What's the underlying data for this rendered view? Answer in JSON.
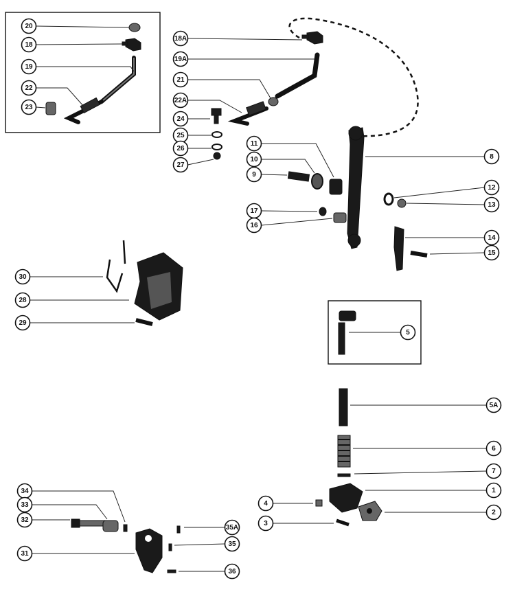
{
  "callouts": [
    {
      "id": "c20",
      "label": "20"
    },
    {
      "id": "c18",
      "label": "18"
    },
    {
      "id": "c19",
      "label": "19"
    },
    {
      "id": "c22",
      "label": "22"
    },
    {
      "id": "c23",
      "label": "23"
    },
    {
      "id": "c18A",
      "label": "18A"
    },
    {
      "id": "c19A",
      "label": "19A"
    },
    {
      "id": "c21",
      "label": "21"
    },
    {
      "id": "c22A",
      "label": "22A"
    },
    {
      "id": "c24",
      "label": "24"
    },
    {
      "id": "c25",
      "label": "25"
    },
    {
      "id": "c26",
      "label": "26"
    },
    {
      "id": "c27",
      "label": "27"
    },
    {
      "id": "c8",
      "label": "8"
    },
    {
      "id": "c11",
      "label": "11"
    },
    {
      "id": "c10",
      "label": "10"
    },
    {
      "id": "c9",
      "label": "9"
    },
    {
      "id": "c12",
      "label": "12"
    },
    {
      "id": "c13",
      "label": "13"
    },
    {
      "id": "c17",
      "label": "17"
    },
    {
      "id": "c16",
      "label": "16"
    },
    {
      "id": "c14",
      "label": "14"
    },
    {
      "id": "c15",
      "label": "15"
    },
    {
      "id": "c30",
      "label": "30"
    },
    {
      "id": "c28",
      "label": "28"
    },
    {
      "id": "c29",
      "label": "29"
    },
    {
      "id": "c5",
      "label": "5"
    },
    {
      "id": "c5A",
      "label": "5A"
    },
    {
      "id": "c6",
      "label": "6"
    },
    {
      "id": "c7",
      "label": "7"
    },
    {
      "id": "c1",
      "label": "1"
    },
    {
      "id": "c4",
      "label": "4"
    },
    {
      "id": "c2",
      "label": "2"
    },
    {
      "id": "c3",
      "label": "3"
    },
    {
      "id": "c34",
      "label": "34"
    },
    {
      "id": "c33",
      "label": "33"
    },
    {
      "id": "c32",
      "label": "32"
    },
    {
      "id": "c35A",
      "label": "35A"
    },
    {
      "id": "c35",
      "label": "35"
    },
    {
      "id": "c31",
      "label": "31"
    },
    {
      "id": "c36",
      "label": "36"
    }
  ]
}
